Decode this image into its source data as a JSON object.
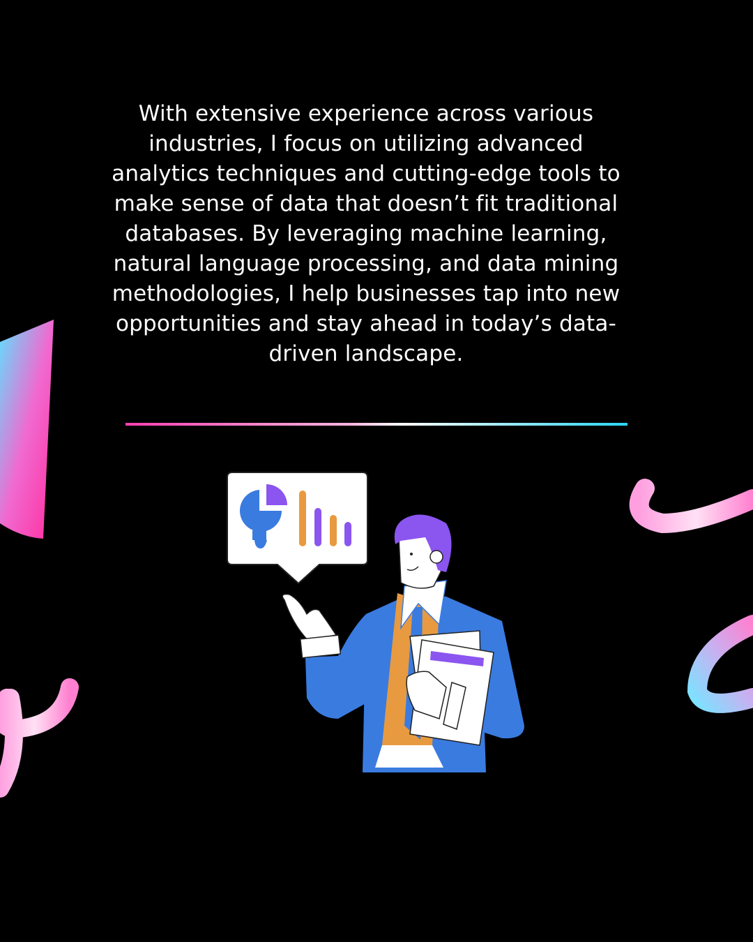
{
  "paragraph": {
    "lines": [
      "With extensive experience across various",
      "industries, I focus on utilizing advanced",
      "analytics techniques and cutting-edge tools to",
      "make sense of data that doesn’t fit traditional",
      "databases. By leveraging machine learning,",
      "natural language processing, and data mining",
      "methodologies, I help businesses tap into new",
      "opportunities and stay ahead in today’s data-",
      "driven landscape."
    ]
  },
  "colors": {
    "background": "#000000",
    "text": "#ffffff",
    "jacket": "#3a7be0",
    "hair": "#8b55f0",
    "vest": "#e89a40",
    "accent_pink": "#ff3fb0",
    "accent_cyan": "#2ad4f5"
  },
  "illustration": {
    "icons": [
      "lightbulb-pie-chart-icon",
      "bar-chart-icon"
    ]
  }
}
